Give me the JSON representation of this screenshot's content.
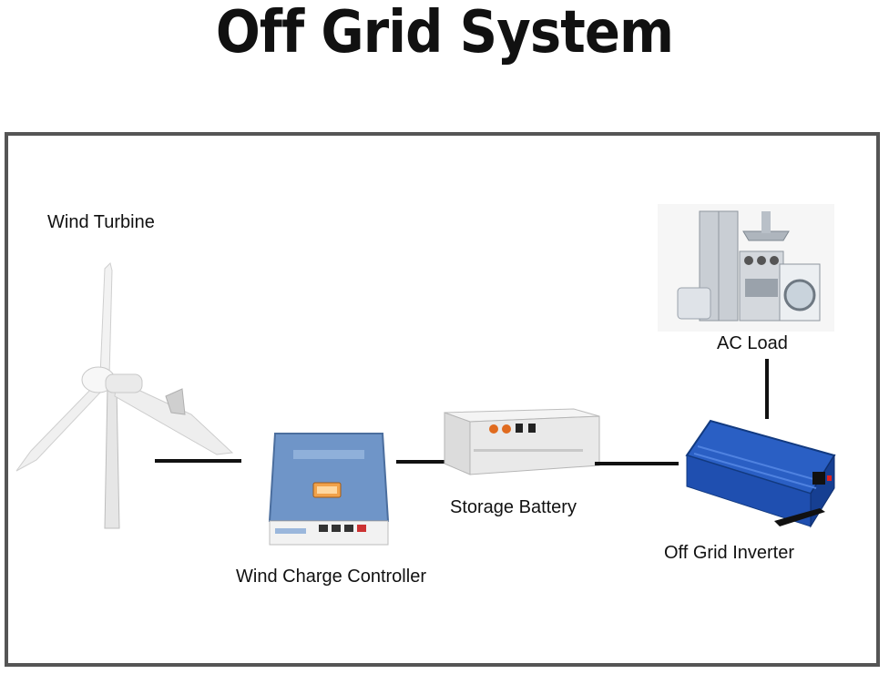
{
  "title": "Off Grid System",
  "components": {
    "wind_turbine": "Wind Turbine",
    "wind_charge_controller": "Wind Charge Controller",
    "storage_battery": "Storage Battery",
    "off_grid_inverter": "Off Grid Inverter",
    "ac_load": "AC Load"
  },
  "colors": {
    "frame": "#555555",
    "connector": "#111111",
    "controller_body": "#6f95c8",
    "inverter_body": "#1f4fb0",
    "battery_body": "#e9e9e9"
  }
}
